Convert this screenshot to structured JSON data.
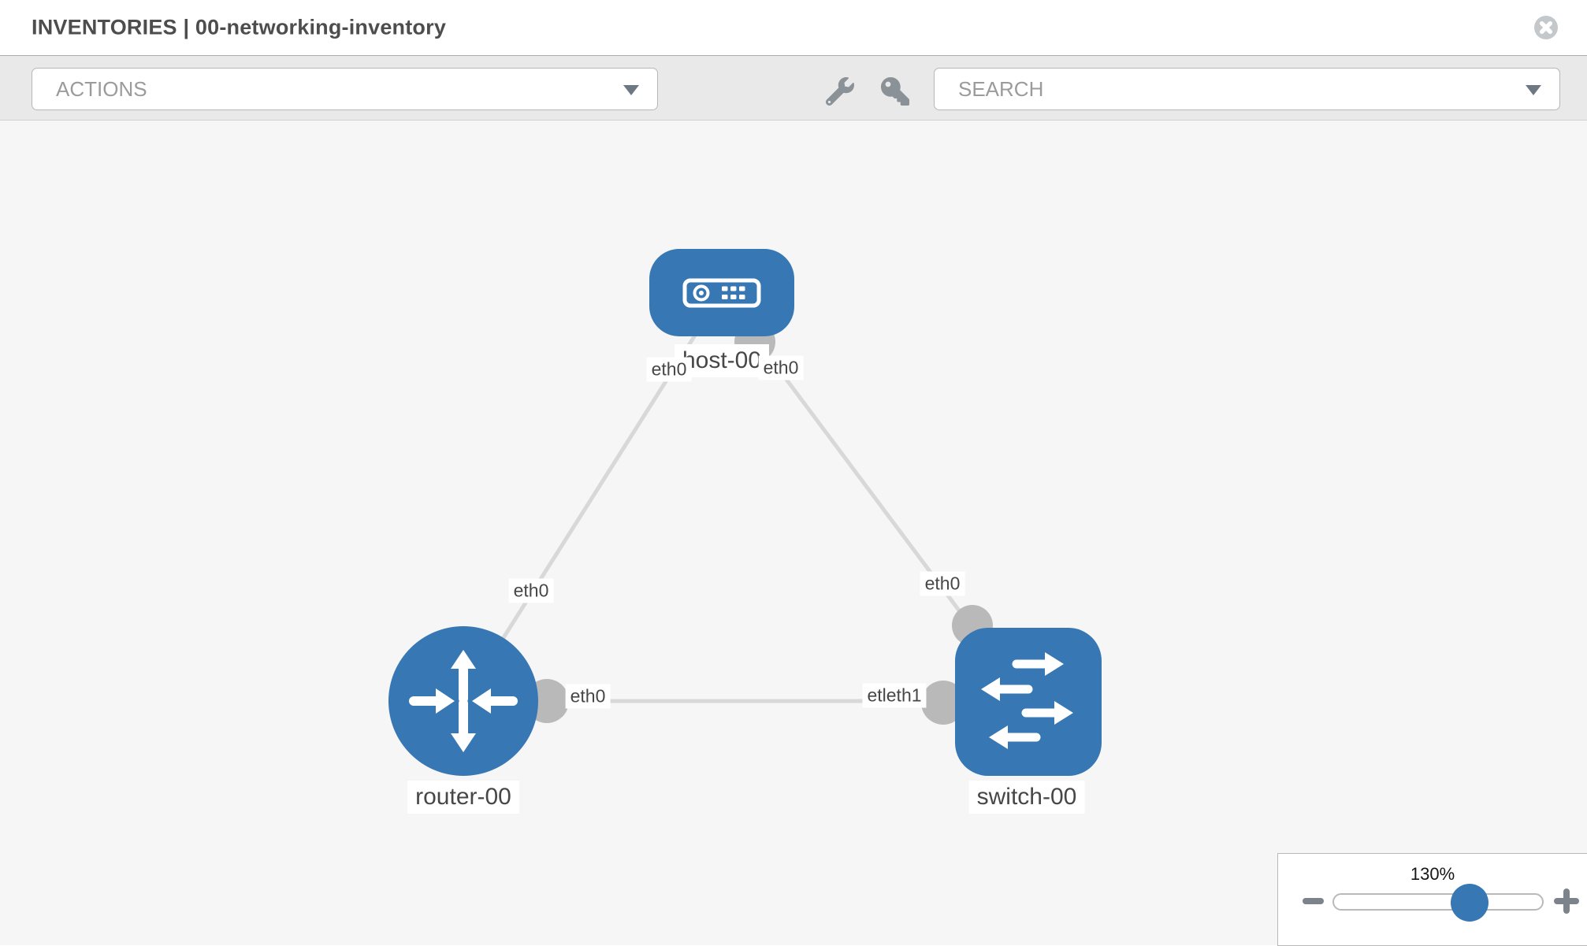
{
  "header": {
    "title": "INVENTORIES | 00-networking-inventory",
    "close_icon": "circle-x-icon"
  },
  "toolbar": {
    "actions_dropdown_value": "ACTIONS",
    "search_dropdown_placeholder": "SEARCH",
    "icons": [
      "wrench-icon",
      "key-icon"
    ]
  },
  "diagram": {
    "nodes": [
      {
        "label": "host-00",
        "type": "host",
        "icon": "server-icon"
      },
      {
        "label": "router-00",
        "type": "router",
        "icon": "router-crossed-arrows-icon"
      },
      {
        "label": "switch-00",
        "type": "switch",
        "icon": "switch-arrows-icon"
      }
    ],
    "edges": [
      {
        "from": "host-00",
        "to": "router-00"
      },
      {
        "from": "host-00",
        "to": "switch-00"
      },
      {
        "from": "router-00",
        "to": "switch-00"
      }
    ],
    "edge_labels": {
      "host_router_host_end": "eth0",
      "host_router_router_end": "eth0",
      "host_switch_host_end": "eth0",
      "host_switch_switch_end": "eth0",
      "router_switch_router_end": "eth0",
      "router_switch_switch_end": "etleth1"
    }
  },
  "zoom_control": {
    "level": "130%"
  },
  "colors": {
    "node_blue": "#3777b4",
    "link_gray": "#d8d8d8",
    "interface_dot_gray": "#b9b9b9",
    "toolbar_bg": "#e9e9e9",
    "canvas_bg": "#f6f6f6"
  }
}
